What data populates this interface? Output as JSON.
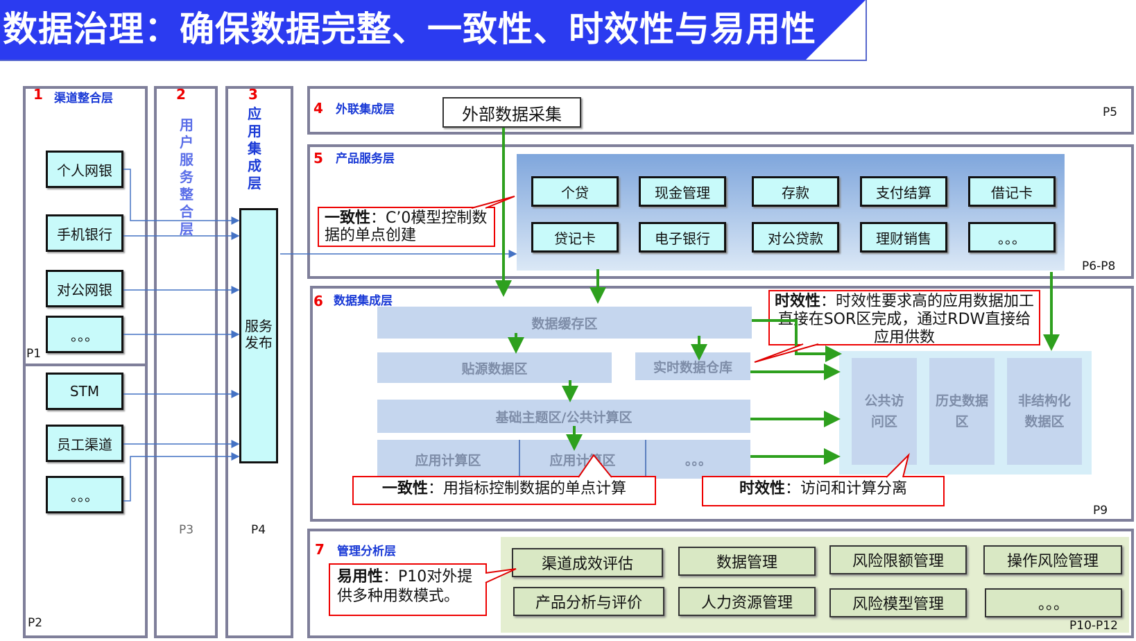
{
  "title": "数据治理：确保数据完整、一致性、时效性与易用性",
  "columns": {
    "c1": {
      "num": "1",
      "label": "渠道整合层",
      "page_top": "P1",
      "page_bottom": "P2"
    },
    "c2": {
      "num": "2",
      "label": "用户服务整合层",
      "page": "P3"
    },
    "c3": {
      "num": "3",
      "label": "应用集成层",
      "page": "P4",
      "service": "服务发布"
    }
  },
  "channels": [
    "个人网银",
    "手机银行",
    "对公网银",
    "。。。",
    "STM",
    "员工渠道",
    "。。。"
  ],
  "layer4": {
    "num": "4",
    "label": "外联集成层",
    "box": "外部数据采集",
    "page": "P5"
  },
  "layer5": {
    "num": "5",
    "label": "产品服务层",
    "page": "P6-P8",
    "products": [
      "个贷",
      "现金管理",
      "存款",
      "支付结算",
      "借记卡",
      "贷记卡",
      "电子银行",
      "对公贷款",
      "理财销售",
      "。。。"
    ]
  },
  "layer6": {
    "num": "6",
    "label": "数据集成层",
    "page": "P9",
    "zones": {
      "cache": "数据缓存区",
      "source": "贴源数据区",
      "realtime": "实时数据仓库",
      "base": "基础主题区/公共计算区",
      "app1": "应用计算区",
      "app2": "应用计算区",
      "app3": "。。。"
    },
    "right_zones": [
      "公共访问区",
      "历史数据区",
      "非结构化数据区"
    ]
  },
  "layer7": {
    "num": "7",
    "label": "管理分析层",
    "page": "P10-P12",
    "items": [
      "渠道成效评估",
      "数据管理",
      "风险限额管理",
      "操作风险管理",
      "产品分析与评价",
      "人力资源管理",
      "风险模型管理",
      "。。。"
    ]
  },
  "callouts": {
    "c_consistency1_bold": "一致性",
    "c_consistency1_text": "：C’0模型控制数据的单点创建",
    "c_timely1_bold": "时效性",
    "c_timely1_text": "：时效性要求高的应用数据加工直接在SOR区完成，通过RDW直接给应用供数",
    "c_consistency2_bold": "一致性",
    "c_consistency2_text": "：用指标控制数据的单点计算",
    "c_timely2_bold": "时效性",
    "c_timely2_text": "：访问和计算分离",
    "c_usable_bold": "易用性",
    "c_usable_text": "：P10对外提供多种用数模式。"
  },
  "colors": {
    "title_bg": "#2b3bf0",
    "callout_border": "#e00000",
    "arrow_green": "#2ea01e",
    "arrow_blue": "#4472c4"
  }
}
